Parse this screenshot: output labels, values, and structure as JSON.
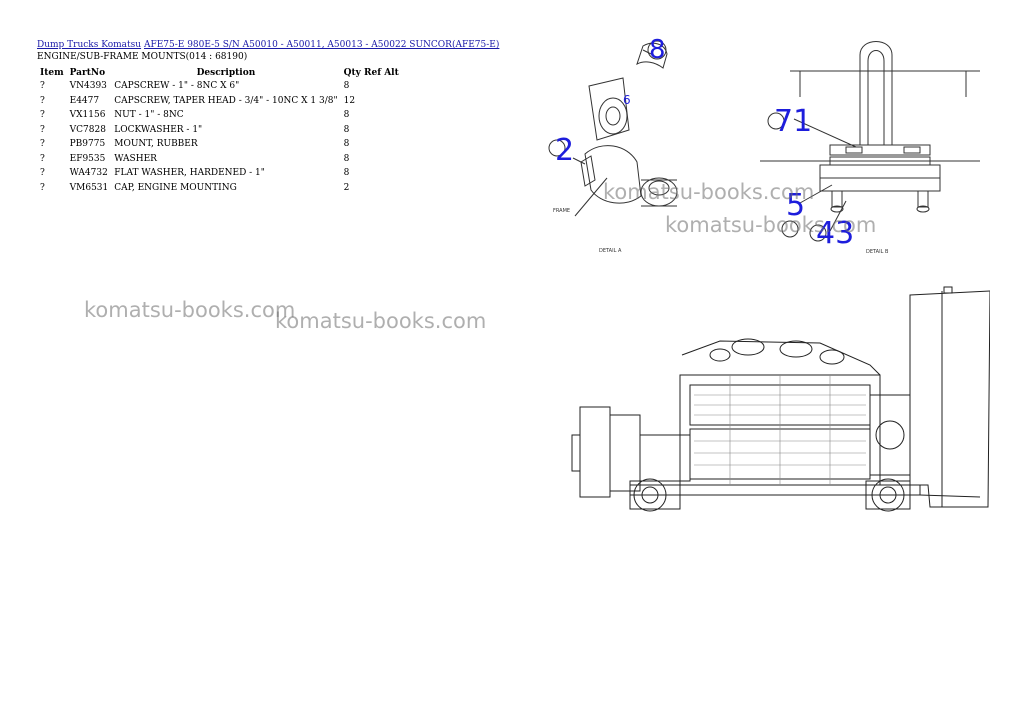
{
  "breadcrumb": {
    "category": "Dump Trucks Komatsu",
    "model": "AFE75-E 980E-5 S/N A50010 - A50011, A50013 - A50022 SUNCOR(AFE75-E)"
  },
  "section_title": "ENGINE/SUB-FRAME MOUNTS(014 : 68190)",
  "table": {
    "headers": {
      "item": "Item",
      "partno": "PartNo",
      "description": "Description",
      "qty": "Qty",
      "ref": "Ref",
      "alt": "Alt"
    },
    "rows": [
      {
        "item": "?",
        "partno": "VN4393",
        "description": "CAPSCREW - 1\" - 8NC X 6\"",
        "qty": "8"
      },
      {
        "item": "?",
        "partno": "E4477",
        "description": "CAPSCREW, TAPER HEAD - 3/4\" - 10NC X 1 3/8\"",
        "qty": "12"
      },
      {
        "item": "?",
        "partno": "VX1156",
        "description": "NUT - 1\" - 8NC",
        "qty": "8"
      },
      {
        "item": "?",
        "partno": "VC7828",
        "description": "LOCKWASHER - 1\"",
        "qty": "8"
      },
      {
        "item": "?",
        "partno": "PB9775",
        "description": "MOUNT, RUBBER",
        "qty": "8"
      },
      {
        "item": "?",
        "partno": "EF9535",
        "description": "WASHER",
        "qty": "8"
      },
      {
        "item": "?",
        "partno": "WA4732",
        "description": "FLAT WASHER, HARDENED - 1\"",
        "qty": "8"
      },
      {
        "item": "?",
        "partno": "VM6531",
        "description": "CAP, ENGINE MOUNTING",
        "qty": "2"
      }
    ]
  },
  "watermarks": [
    "komatsu-books.com",
    "komatsu-books.com",
    "komatsu-books.com",
    "komatsu-books.com"
  ],
  "diagram": {
    "callouts": [
      "8",
      "6",
      "2",
      "71",
      "5",
      "43"
    ],
    "labels": {
      "detail_a": "DETAIL A",
      "detail_b": "DETAIL B",
      "frame": "FRAME"
    }
  },
  "colors": {
    "link": "#1a1aa8",
    "callout": "#1d1ddc",
    "watermark": "#6e6e6e"
  }
}
